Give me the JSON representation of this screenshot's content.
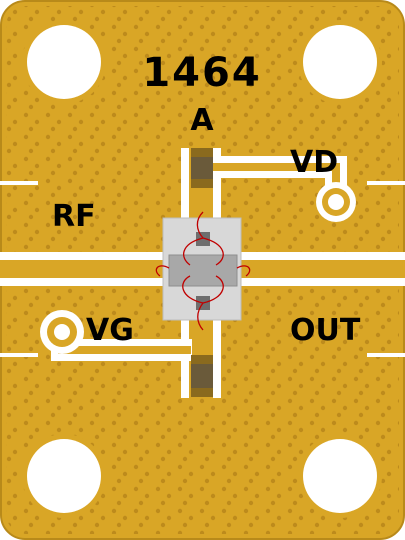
{
  "board": {
    "part_number": "1464",
    "variant": "A",
    "labels": {
      "rf_in": "RF",
      "drain": "VD",
      "gate": "VG",
      "rf_out": "OUT"
    }
  },
  "colors": {
    "gold": "#D9A626",
    "gold_edge": "#B88A1A",
    "via": "#B8861A",
    "trace": "#FFFFFF",
    "substrate": "#D8D8D8",
    "die": "#A8A8A8",
    "pad": "#6E6E6E",
    "capacitor_end": "#8A6A1E",
    "capacitor_body": "#6A5A3A",
    "bond_wire": "#C00000",
    "text": "#000000"
  },
  "icons": {
    "mount_hole": "circle",
    "bias_pad": "ring"
  }
}
